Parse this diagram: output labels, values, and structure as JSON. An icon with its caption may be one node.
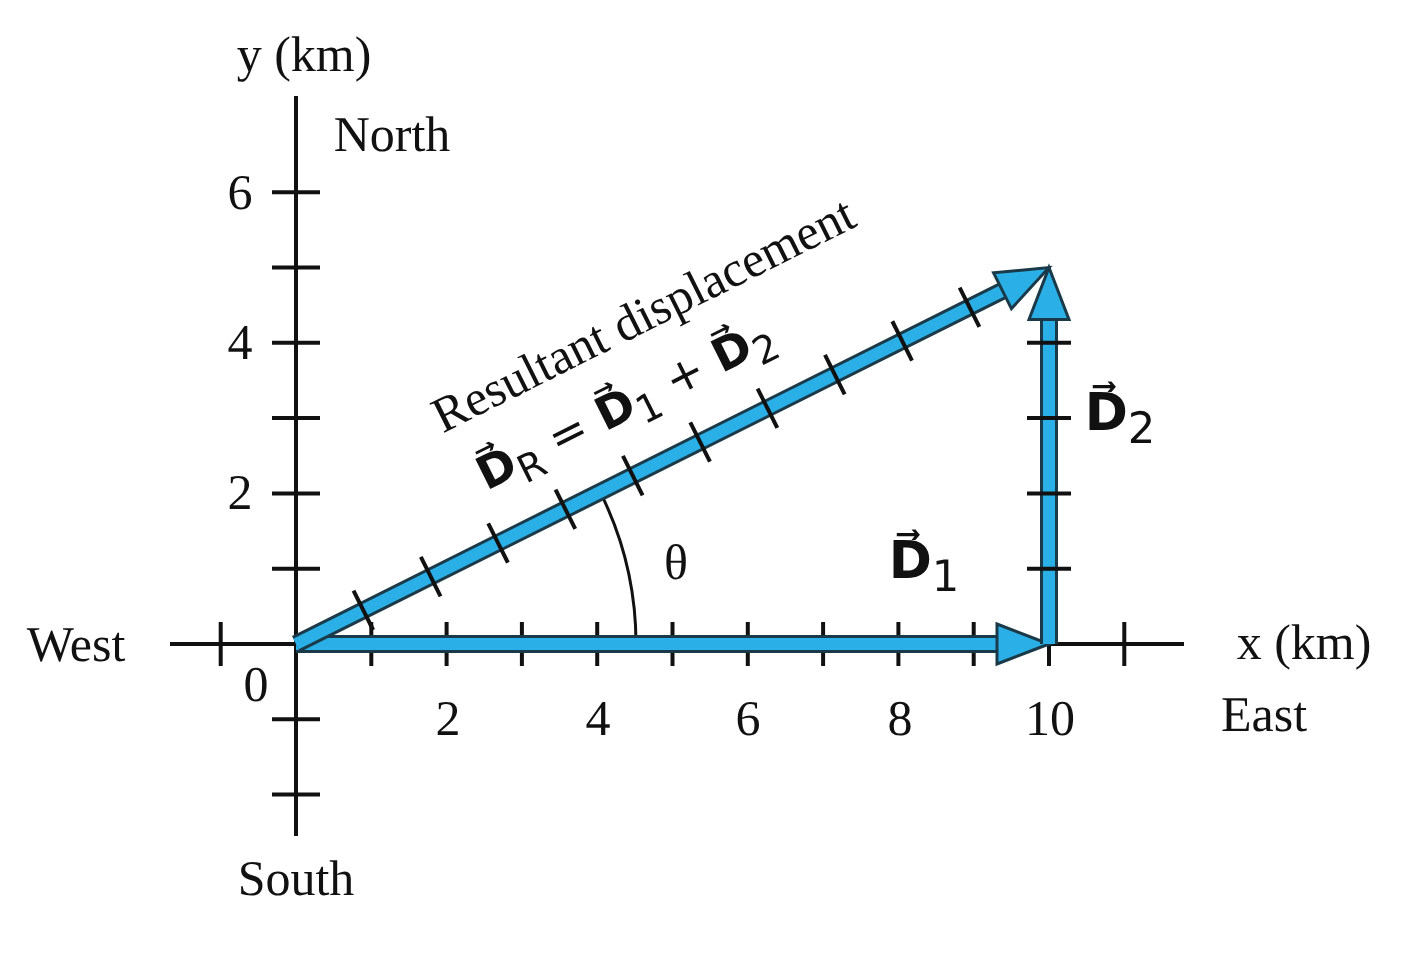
{
  "diagram": {
    "labels": [
      "y (km)",
      "North",
      "6",
      "4",
      "Resultant displacement",
      "**D⃗**$_{R}$ = **D⃗**$_{1}$ + **D⃗**$_{2}$",
      "2",
      "**D⃗**$_{2}$",
      "θ",
      "**D⃗**$_{1}$",
      "West",
      "0",
      "x (km)",
      "2",
      "4",
      "6",
      "8",
      "10",
      "East",
      "South"
    ]
  }
}
